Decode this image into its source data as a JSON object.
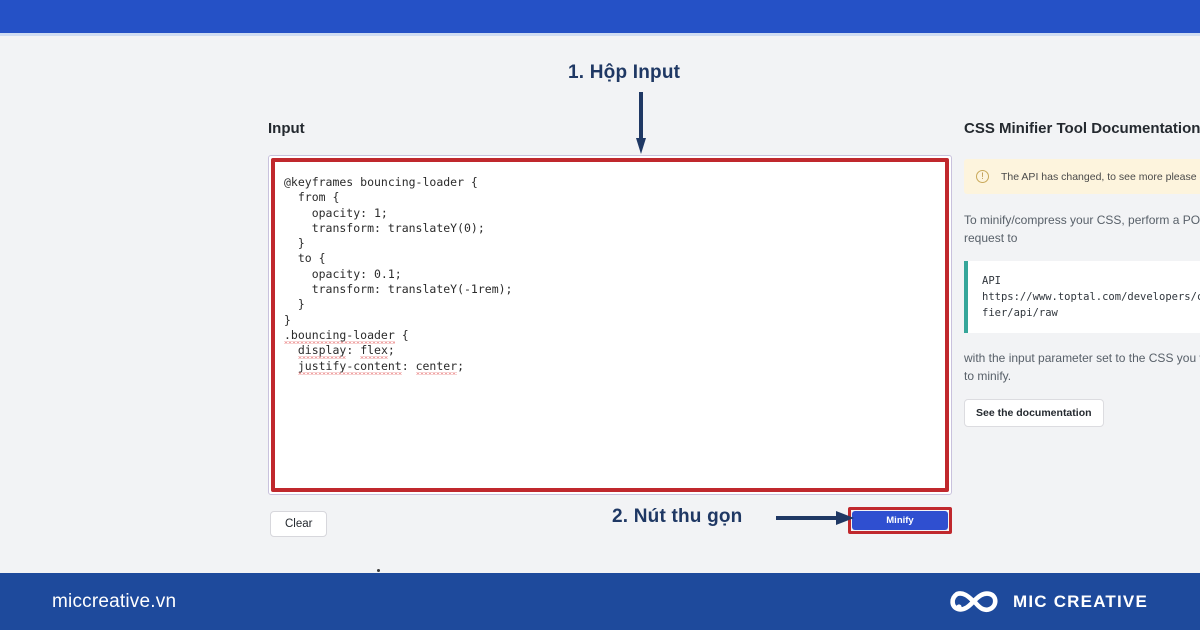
{
  "brand": {
    "top_bar_color": "#2551c6",
    "footer_color": "#1e4a9c",
    "footer_url": "miccreative.vn",
    "footer_brand_name": "MIC CREATIVE",
    "logo_icon": "infinity-loop-icon"
  },
  "annotations": {
    "accent_color": "#1f3864",
    "highlight_color": "#c0282d",
    "label_1": "1. Hộp Input",
    "label_2": "2. Nút thu gọn"
  },
  "tool": {
    "input_label": "Input",
    "code": "@keyframes bouncing-loader {\n  from {\n    opacity: 1;\n    transform: translateY(0);\n  }\n  to {\n    opacity: 0.1;\n    transform: translateY(-1rem);\n  }\n}",
    "code_lines": [
      "@keyframes bouncing-loader {",
      "  from {",
      "    opacity: 1;",
      "    transform: translateY(0);",
      "  }",
      "  to {",
      "    opacity: 0.1;",
      "    transform: translateY(-1rem);",
      "  }",
      "}"
    ],
    "code_lines_spellchecked": [
      {
        "indent": "",
        "prefix": ".",
        "word": "bouncing-loader",
        "suffix": " {"
      },
      {
        "indent": "  ",
        "prefix": "",
        "word": "display",
        "suffix": ": ",
        "word2": "flex",
        "suffix2": ";"
      },
      {
        "indent": "  ",
        "prefix": "",
        "word": "justify-content",
        "suffix": ": ",
        "word2": "center",
        "suffix2": ";"
      }
    ],
    "clear_label": "Clear",
    "minify_label": "Minify",
    "minify_color": "#2f4fd0"
  },
  "docs": {
    "title": "CSS Minifier Tool Documentation",
    "notice_icon": "info-circle-icon",
    "notice_text": "The API has changed, to see more please click",
    "paragraph": "To minify/compress your CSS, perform a POST request to",
    "api_heading": "API",
    "api_url_line1": "https://www.toptal.com/developers/cssmi",
    "api_url_line2": "fier/api/raw",
    "api_accent_color": "#36a69a",
    "paragraph_2": "with the input parameter set to the CSS you want to minify.",
    "button_label": "See the documentation"
  }
}
